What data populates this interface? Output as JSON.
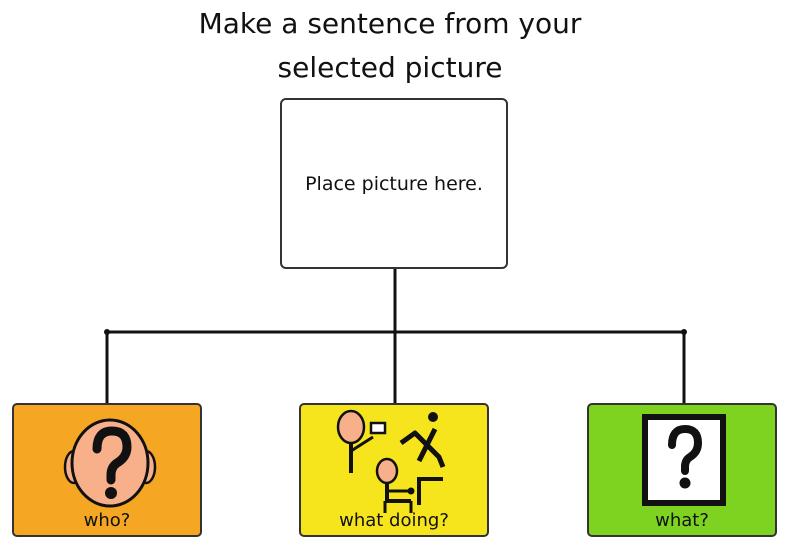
{
  "title": {
    "line1": "Make a sentence from your",
    "line2": "selected picture"
  },
  "placeholder": {
    "text": "Place picture here."
  },
  "cards": {
    "who": {
      "label": "who?",
      "color": "#f5a623",
      "icon": "question-head-icon"
    },
    "doing": {
      "label": "what doing?",
      "color": "#f6e51c",
      "icon": "people-doing-activities-icon"
    },
    "what": {
      "label": "what?",
      "color": "#7ed321",
      "icon": "question-box-icon"
    }
  }
}
